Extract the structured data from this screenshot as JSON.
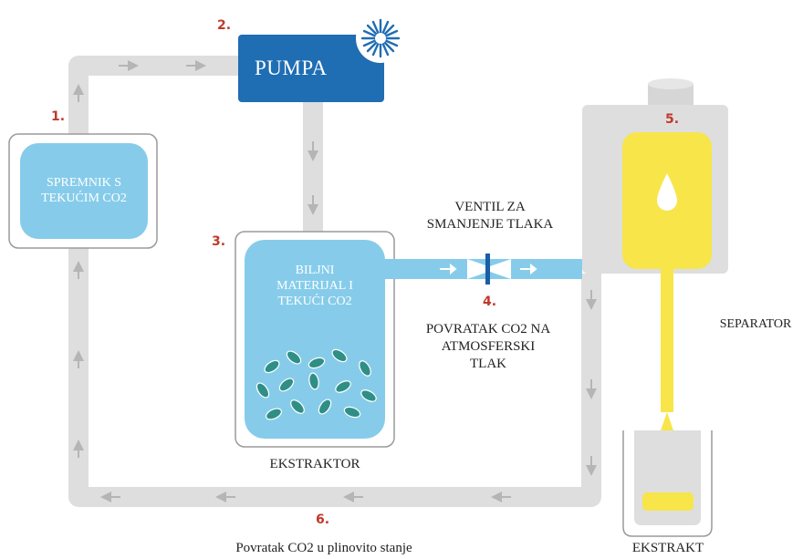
{
  "steps": {
    "s1": "1.",
    "s2": "2.",
    "s3": "3.",
    "s4": "4.",
    "s5": "5.",
    "s6": "6."
  },
  "pump": {
    "label": "PUMPA"
  },
  "tank": {
    "label_line1": "SPREMNIK S",
    "label_line2": "TEKUĆIM CO2"
  },
  "extractor": {
    "inner_line1": "BILJNI",
    "inner_line2": "MATERIJAL I",
    "inner_line3": "TEKUĆI CO2",
    "label": "EKSTRAKTOR"
  },
  "valve": {
    "line1": "VENTIL ZA",
    "line2": "SMANJENJE TLAKA"
  },
  "return_atm": {
    "line1": "POVRATAK CO2 NA",
    "line2": "ATMOSFERSKI",
    "line3": "TLAK"
  },
  "separator": {
    "label": "SEPARATOR"
  },
  "extract": {
    "label": "EKSTRAKT"
  },
  "bottom": {
    "caption": "Povratak CO2 u plinovito stanje"
  },
  "colors": {
    "pipe": "#dedede",
    "arrow": "#b5b5b5",
    "light_blue": "#86ccea",
    "pump_blue": "#1f6db3",
    "yellow": "#f7e54a",
    "leaf": "#2f8f86",
    "step_red": "#c0392b",
    "valve": "#1b5ea6"
  }
}
